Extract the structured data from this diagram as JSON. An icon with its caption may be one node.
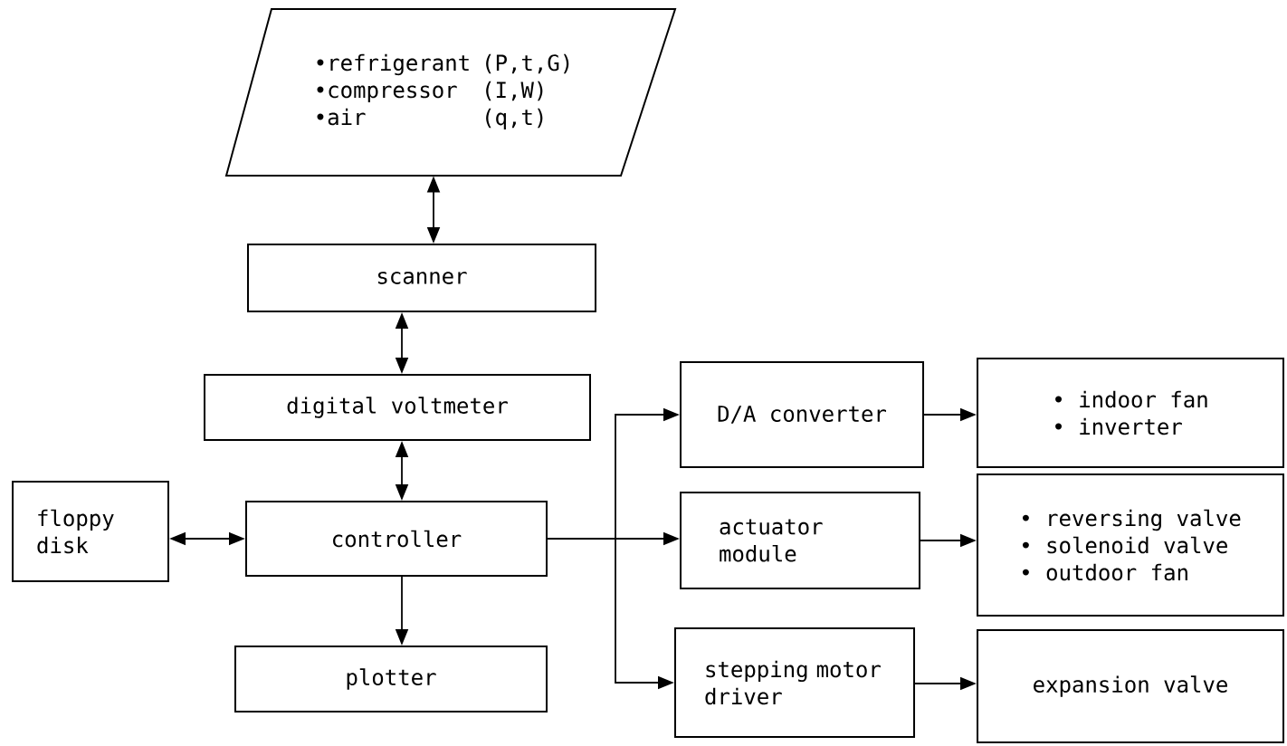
{
  "diagram": {
    "nodes": [
      {
        "text": [
          "•refrigerant",
          "(P,t,G)",
          "•compressor",
          "(I,W)",
          "•air",
          "(q,t)"
        ]
      },
      {
        "text": [
          "scanner"
        ]
      },
      {
        "text": [
          "digital voltmeter"
        ]
      },
      {
        "text": [
          "controller"
        ]
      },
      {
        "text": [
          "floppy disk"
        ]
      },
      {
        "text": [
          "plotter"
        ]
      },
      {
        "text": [
          "D/A converter"
        ]
      },
      {
        "text": [
          "actuator module"
        ]
      },
      {
        "text": [
          "stepping motor driver"
        ]
      },
      {
        "text": [
          "• indoor fan",
          "• inverter"
        ]
      },
      {
        "text": [
          "• reversing valve",
          "• solenoid valve",
          "• outdoor fan"
        ]
      },
      {
        "text": [
          "expansion valve"
        ]
      }
    ],
    "edges": [
      {
        "from": 0,
        "to": 1,
        "arrow": "both"
      },
      {
        "from": 1,
        "to": 2,
        "arrow": "both"
      },
      {
        "from": 2,
        "to": 3,
        "arrow": "both"
      },
      {
        "from": 4,
        "to": 3,
        "arrow": "both"
      },
      {
        "from": 3,
        "to": 5,
        "arrow": "to"
      },
      {
        "from": 3,
        "to": 6,
        "arrow": "to"
      },
      {
        "from": 3,
        "to": 7,
        "arrow": "to"
      },
      {
        "from": 3,
        "to": 8,
        "arrow": "to"
      },
      {
        "from": 6,
        "to": 9,
        "arrow": "to"
      },
      {
        "from": 7,
        "to": 10,
        "arrow": "to"
      },
      {
        "from": 8,
        "to": 11,
        "arrow": "to"
      }
    ]
  }
}
